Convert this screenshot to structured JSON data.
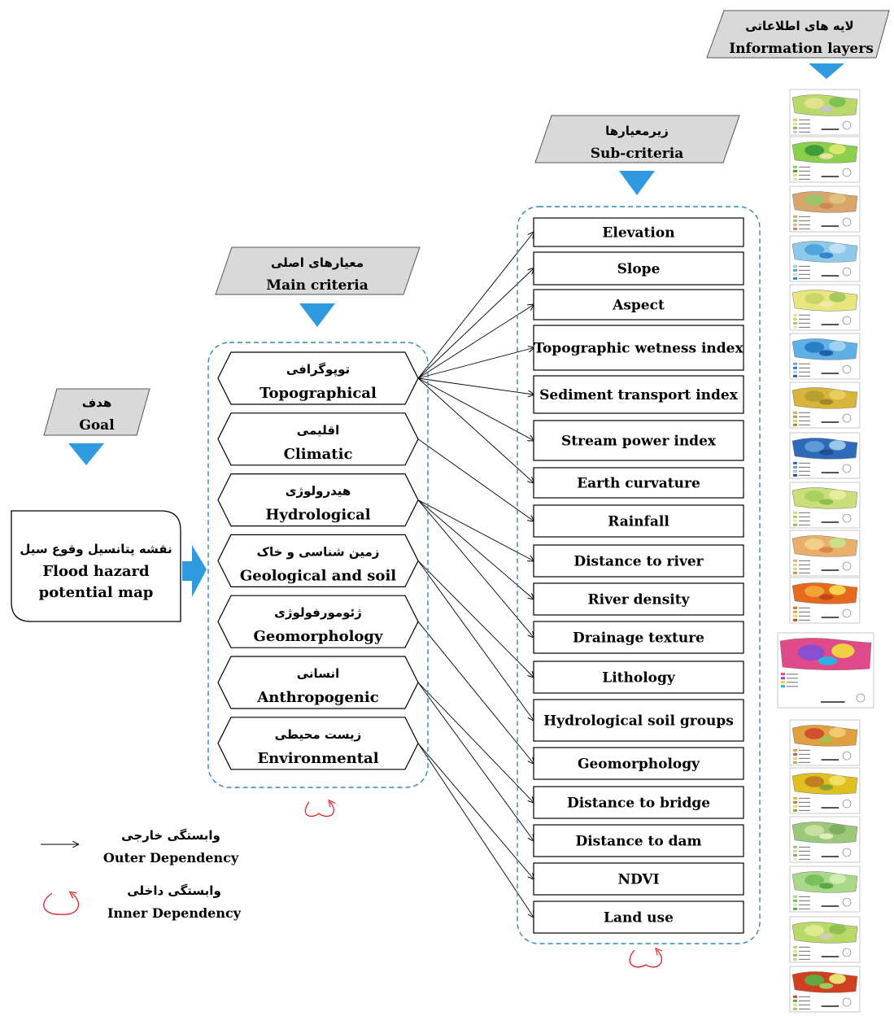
{
  "header_tags": {
    "goal": {
      "fa": "هدف",
      "en": "Goal"
    },
    "main": {
      "fa": "معیارهای اصلی",
      "en": "Main criteria"
    },
    "sub": {
      "fa": "زیرمعیارها",
      "en": "Sub-criteria"
    },
    "layers": {
      "fa": "لایه های اطلاعاتی",
      "en": "Information layers"
    }
  },
  "goal_box": {
    "fa": "نقشه پتانسیل وقوع سیل",
    "en_line1": "Flood hazard",
    "en_line2": "potential map"
  },
  "main_criteria": [
    {
      "fa": "توپوگرافی",
      "en": "Topographical"
    },
    {
      "fa": "اقلیمی",
      "en": "Climatic"
    },
    {
      "fa": "هیدرولوژی",
      "en": "Hydrological"
    },
    {
      "fa": "زمین شناسی و خاک",
      "en": "Geological and soil"
    },
    {
      "fa": "ژئومورفولوژی",
      "en": "Geomorphology"
    },
    {
      "fa": "انسانی",
      "en": "Anthropogenic"
    },
    {
      "fa": "زیست محیطی",
      "en": "Environmental"
    }
  ],
  "sub_criteria": [
    "Elevation",
    "Slope",
    "Aspect",
    "Topographic wetness index",
    "Sediment transport index",
    "Stream power index",
    "Earth curvature",
    "Rainfall",
    "Distance to river",
    "River density",
    "Drainage texture",
    "Lithology",
    "Hydrological soil groups",
    "Geomorphology",
    "Distance to bridge",
    "Distance to dam",
    "NDVI",
    "Land use"
  ],
  "legend": {
    "outer": {
      "fa": "وابستگی خارجی",
      "en": "Outer Dependency"
    },
    "inner": {
      "fa": "وابستگی داخلی",
      "en": "Inner Dependency"
    }
  },
  "colors": {
    "tag_fill": "#d9d9d9",
    "triangle": "#2f9ae0",
    "dash": "#2e86c1",
    "loop": "#e0202a"
  },
  "connections": [
    [
      0,
      0
    ],
    [
      0,
      1
    ],
    [
      0,
      2
    ],
    [
      0,
      3
    ],
    [
      0,
      4
    ],
    [
      0,
      5
    ],
    [
      0,
      6
    ],
    [
      1,
      7
    ],
    [
      2,
      8
    ],
    [
      2,
      9
    ],
    [
      2,
      10
    ],
    [
      3,
      11
    ],
    [
      3,
      12
    ],
    [
      4,
      13
    ],
    [
      5,
      14
    ],
    [
      5,
      15
    ],
    [
      6,
      16
    ],
    [
      6,
      17
    ]
  ]
}
